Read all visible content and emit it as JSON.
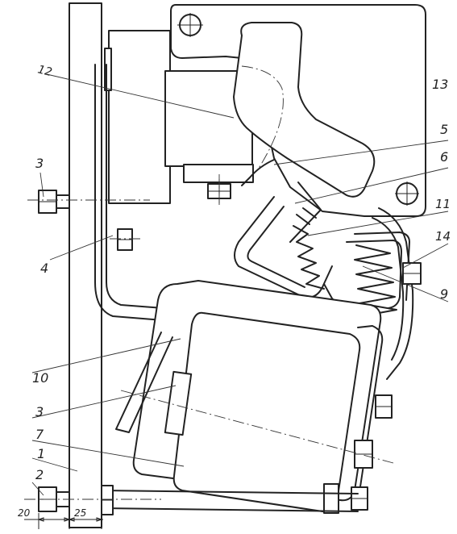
{
  "labels": {
    "p1": "1",
    "p2": "2",
    "p3a": "3",
    "p3b": "3",
    "p4": "4",
    "p5": "5",
    "p6": "6",
    "p7": "7",
    "p9": "9",
    "p10": "10",
    "p11": "11",
    "p12": "12",
    "p13": "13",
    "p14": "14"
  },
  "dimensions": {
    "d20": "20",
    "d25": "25"
  },
  "colors": {
    "ink": "#222222",
    "paper": "#ffffff"
  }
}
